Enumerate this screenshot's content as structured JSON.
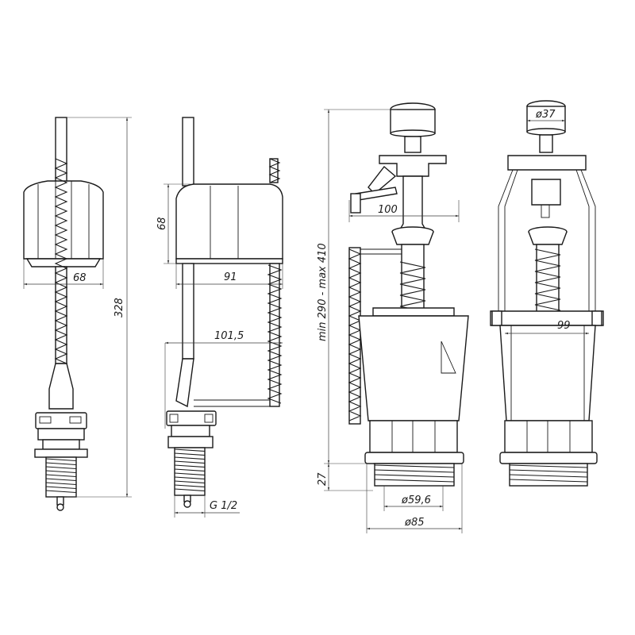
{
  "dimensions": {
    "float_width": "68",
    "total_height": "328",
    "float_height": "68",
    "arm_reach": "91",
    "arm_reach_max": "101,5",
    "thread": "G 1/2",
    "flush_range": "min 290 - max 410",
    "tank_width": "100",
    "inner_width": "99",
    "button_diameter": "ø37",
    "base_height": "27",
    "outlet_diameter": "ø59,6",
    "flange_diameter": "ø85"
  },
  "colors": {
    "line": "#1a1a1a",
    "dimension": "#3a3a3a",
    "background": "#ffffff"
  }
}
